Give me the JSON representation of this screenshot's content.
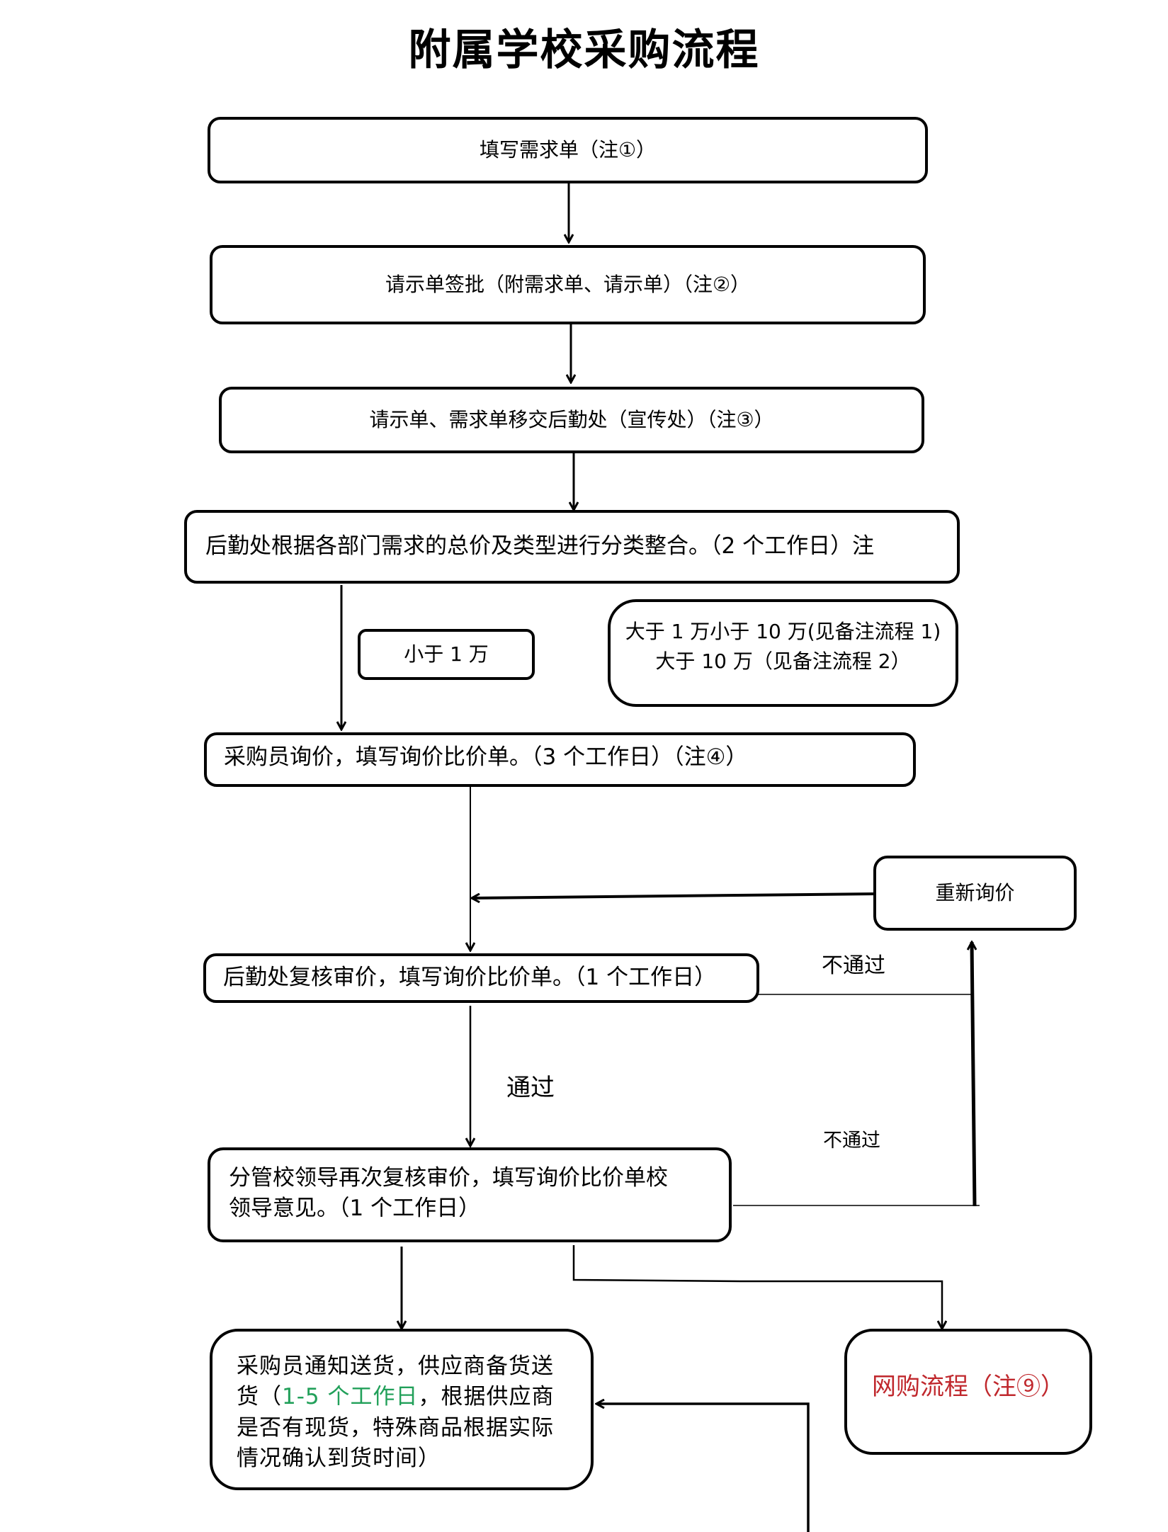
{
  "title": "附属学校采购流程",
  "colors": {
    "line": "#000000",
    "highlight_green": "#22a05a",
    "highlight_red": "#c0282d"
  },
  "nodes": {
    "fill_request": "填写需求单（注①）",
    "approval": "请示单签批（附需求单、请示单）（注②）",
    "transfer": "请示单、需求单移交后勤处（宣传处）（注③）",
    "classify": "后勤处根据各部门需求的总价及类型进行分类整合。（2 个工作日）注",
    "under_10k": "小于 1 万",
    "over_10k_line1": "大于 1 万小于 10 万(见备注流程 1)",
    "over_10k_line2": "大于 10 万（见备注流程 2）",
    "inquiry": "采购员询价，填写询价比价单。（3 个工作日）（注④）",
    "re_inquiry": "重新询价",
    "logistics_review": "后勤处复核审价，填写询价比价单。（1 个工作日）",
    "leader_review_line1": "分管校领导再次复核审价，填写询价比价单校",
    "leader_review_line2": "领导意见。（1 个工作日）",
    "delivery_part1": "采购员通知送货，供应商备货送货（",
    "delivery_green": "1-5 个工作日",
    "delivery_part2": "，根据供应商是否有现货，特殊商品根据实际情况确认到货时间）",
    "online_purchase": "网购流程（注⑨）"
  },
  "edge_labels": {
    "fail_1": "不通过",
    "pass": "通过",
    "fail_2": "不通过"
  }
}
